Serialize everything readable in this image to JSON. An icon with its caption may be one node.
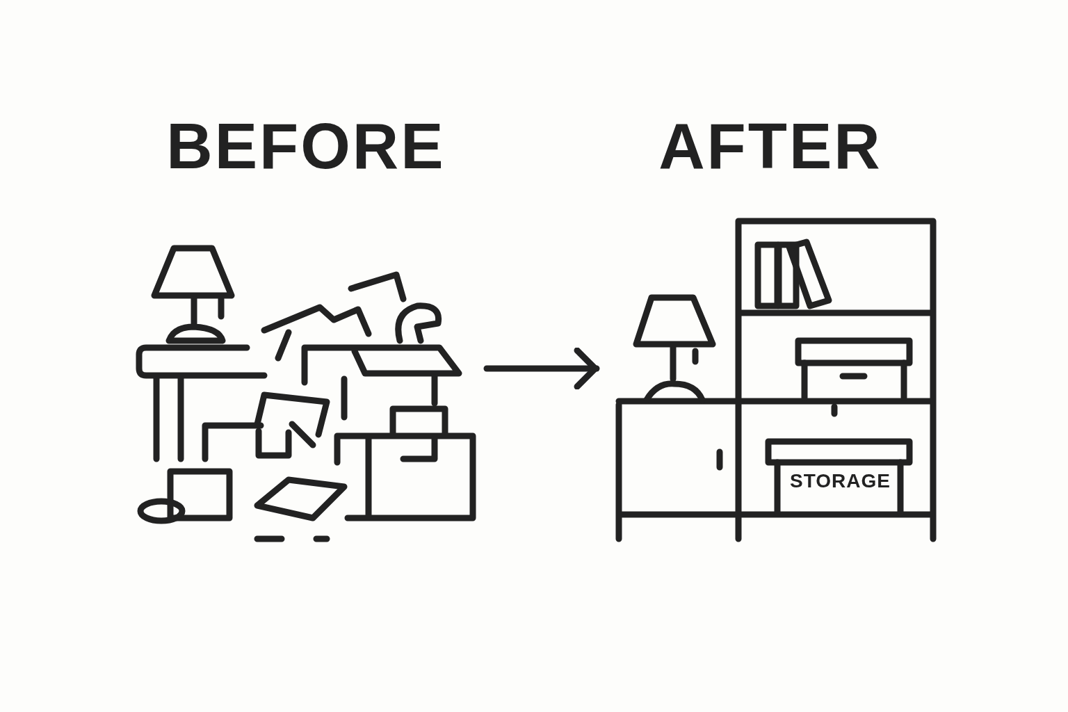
{
  "diagram": {
    "nodes": [
      {
        "text": [
          "BEFORE"
        ]
      },
      {
        "text": [
          "AFTER"
        ]
      }
    ],
    "edges": [
      {
        "from": 0,
        "to": 1,
        "arrow": "to"
      }
    ],
    "labels": [
      "STORAGE"
    ]
  }
}
